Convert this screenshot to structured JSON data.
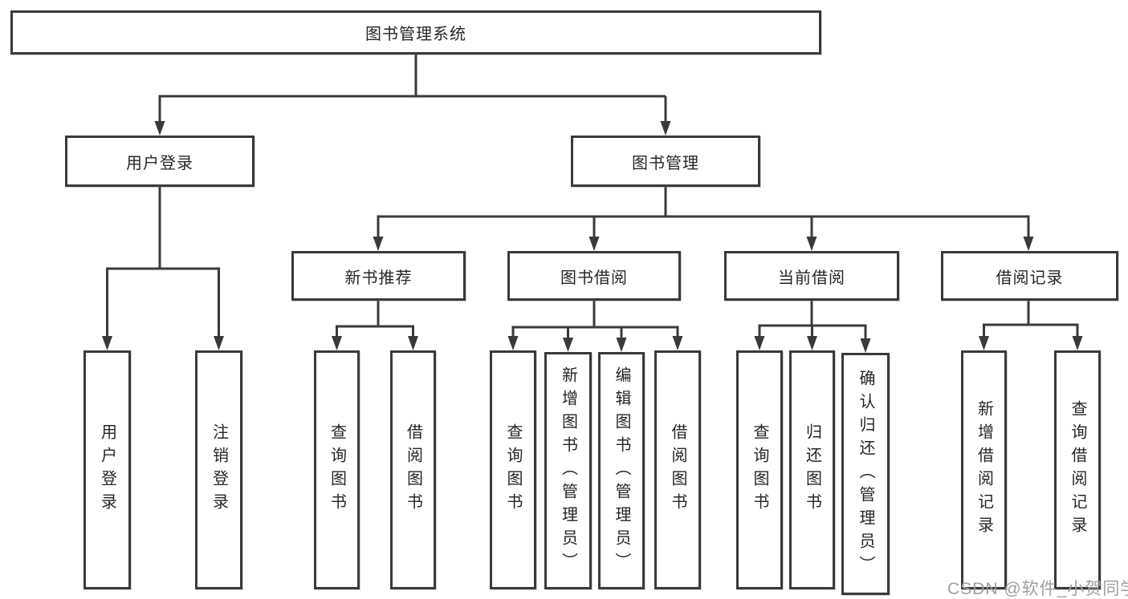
{
  "tree": {
    "root": "图书管理系统",
    "level2": [
      "用户登录",
      "图书管理"
    ],
    "level3": [
      "新书推荐",
      "图书借阅",
      "当前借阅",
      "借阅记录"
    ],
    "leaves_user_login": [
      "用户登录",
      "注销登录"
    ],
    "leaves_new_book": [
      "查询图书",
      "借阅图书"
    ],
    "leaves_book_borrow": [
      "查询图书",
      "新增图书（管理员）",
      "编辑图书（管理员）",
      "借阅图书"
    ],
    "leaves_current_borrow": [
      "查询图书",
      "归还图书",
      "确认归还（管理员）"
    ],
    "leaves_borrow_record": [
      "新增借阅记录",
      "查询借阅记录"
    ]
  },
  "watermark": "CSDN @软件_小贺同学",
  "colors": {
    "line": "#3a3a3a",
    "text": "#262626",
    "watermark": "#a0a0a0",
    "background": "#ffffff"
  }
}
